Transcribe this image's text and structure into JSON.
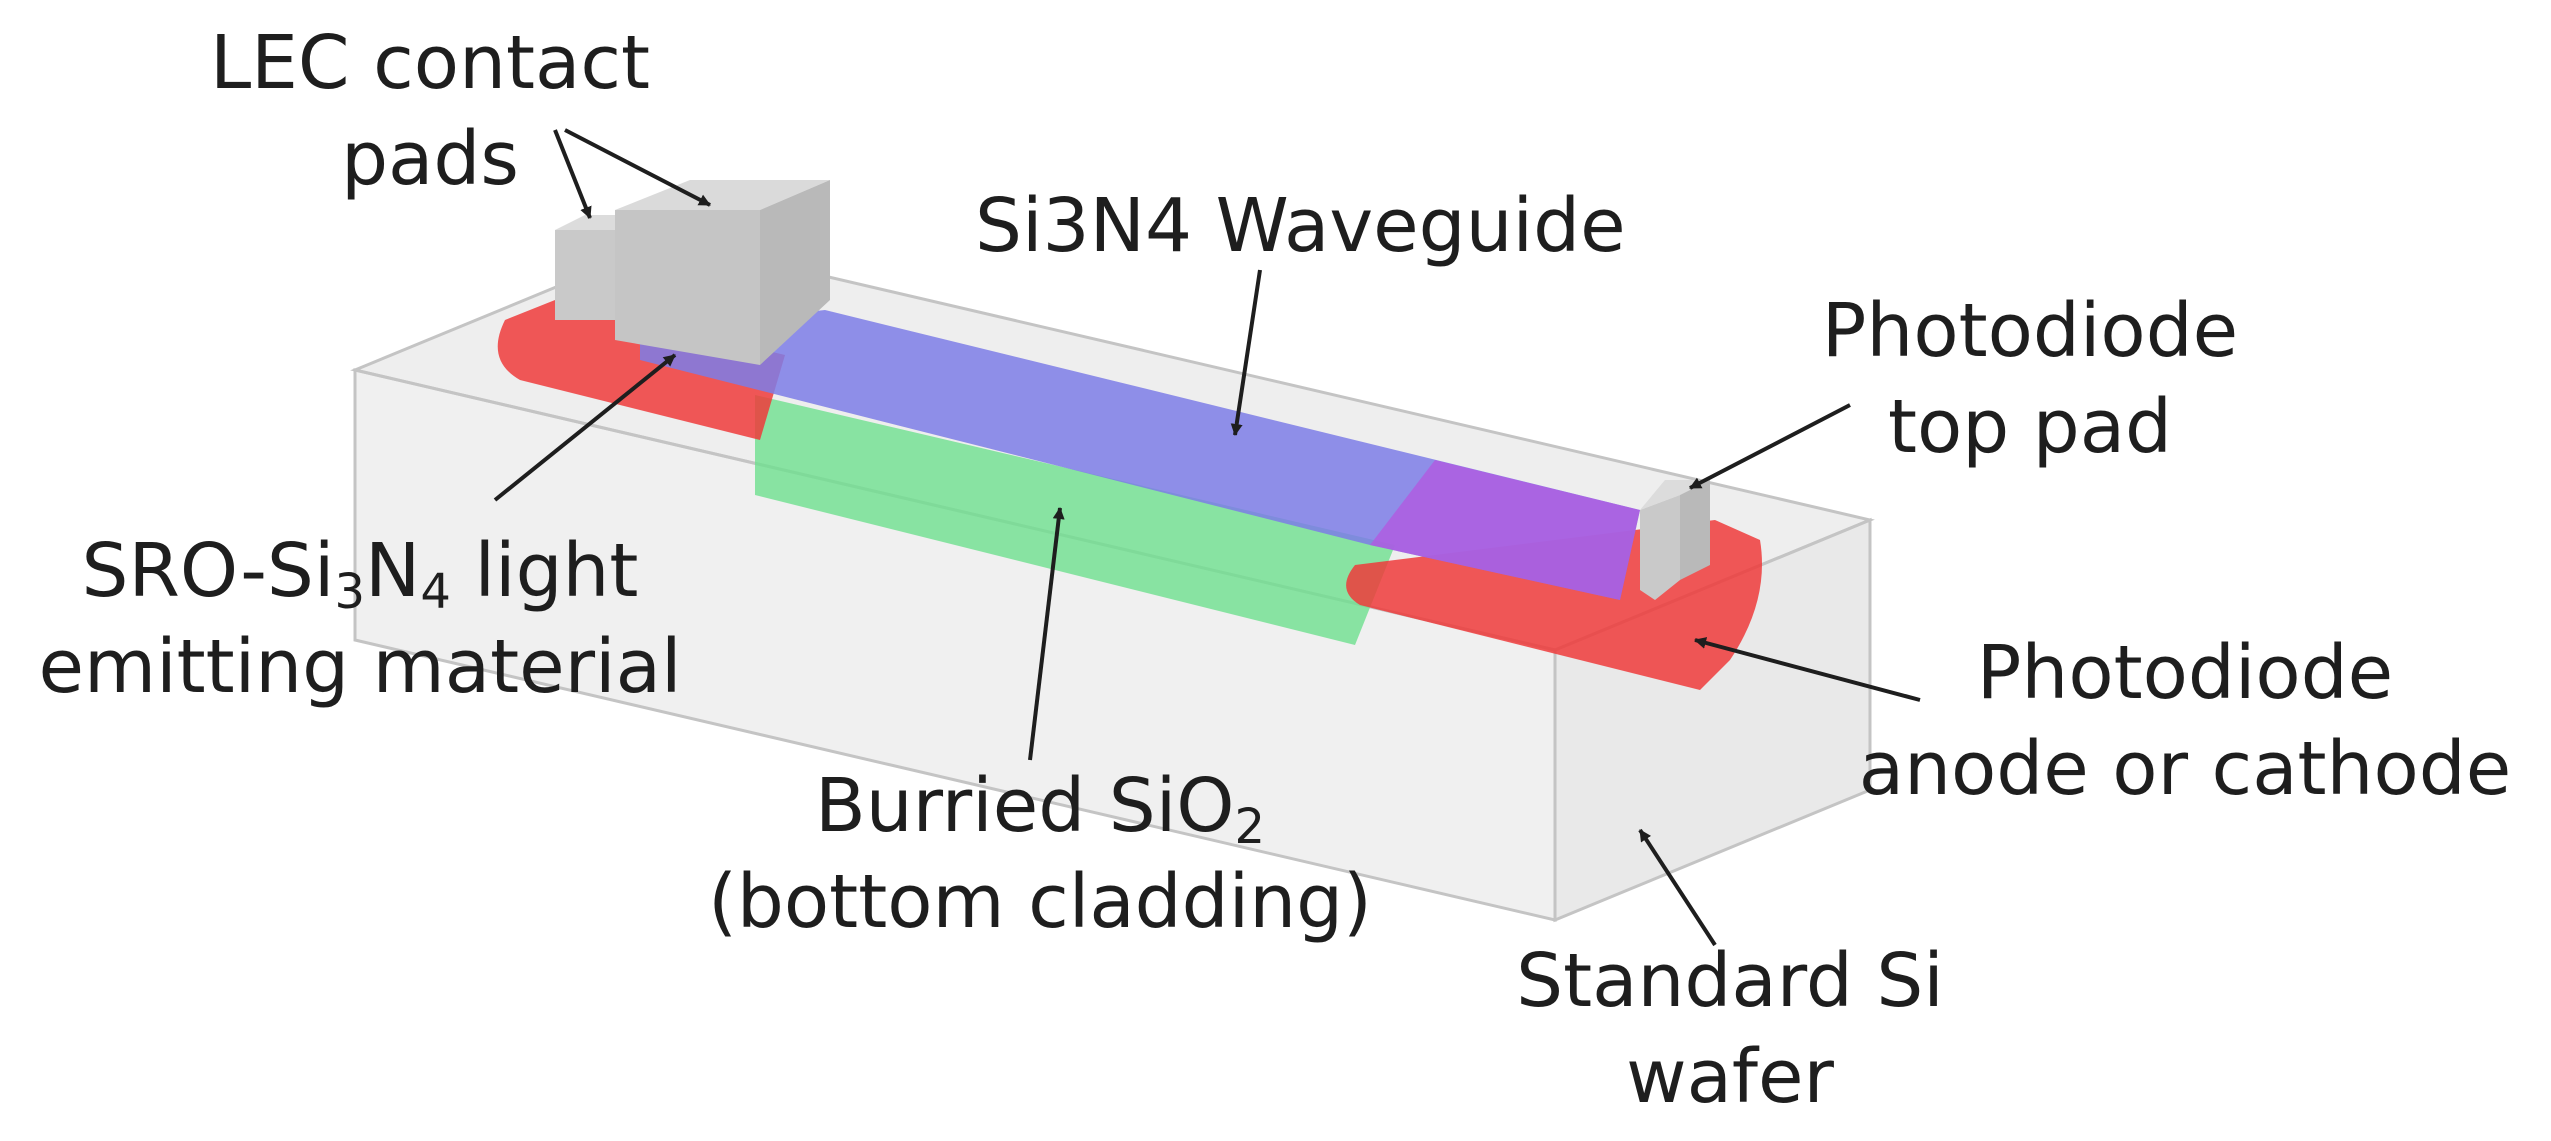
{
  "labels": {
    "lec_contact_pads": {
      "line1": "LEC contact",
      "line2": "pads"
    },
    "waveguide": "Si3N4 Waveguide",
    "photodiode_top_pad": {
      "line1": "Photodiode",
      "line2": "top pad"
    },
    "sro_material": {
      "line1_pre": "SRO-Si",
      "sub1": "3",
      "mid": "N",
      "sub2": "4",
      "line1_post": " light",
      "line2": "emitting material"
    },
    "photodiode_anode": {
      "line1": "Photodiode",
      "line2": "anode or cathode"
    },
    "buried_oxide": {
      "line1_pre": "Burried SiO",
      "sub": "2",
      "line2": "(bottom cladding)"
    },
    "si_wafer": {
      "line1": "Standard Si",
      "line2": "wafer"
    }
  },
  "colors": {
    "wafer": "#d9d9d9",
    "sro_red": "#ee3b3b",
    "waveguide_blue": "#7d7de6",
    "purple_region": "#b25ae0",
    "oxide_green": "#6ee08e",
    "pad_gray": "#c9c9c9",
    "arrow": "#1e1e1e"
  }
}
